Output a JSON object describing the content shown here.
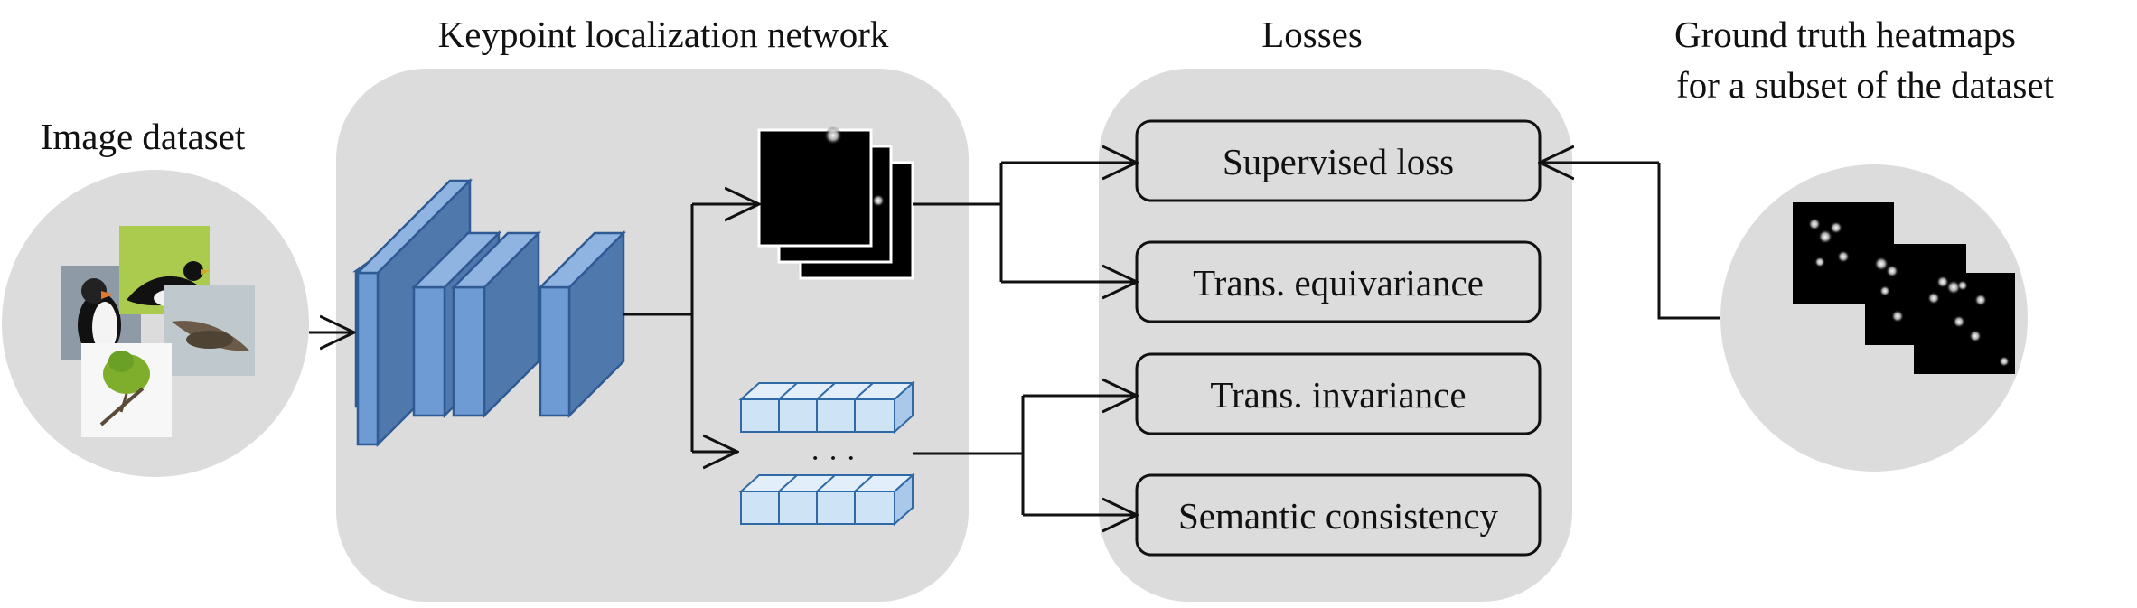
{
  "colors": {
    "panel": "#dcdcdc",
    "layer_front": "#6f9bd4",
    "layer_side": "#4f78ad",
    "layer_stroke": "#2f5a93",
    "cube_fill": "#cfe3f7",
    "cube_stroke": "#2f6aa6",
    "line": "#111111"
  },
  "sections": {
    "image_dataset": {
      "title": "Image dataset"
    },
    "network": {
      "title": "Keypoint localization network"
    },
    "losses": {
      "title": "Losses"
    },
    "ground_truth": {
      "title_line1": "Ground truth heatmaps",
      "title_line2": "for a subset of the dataset"
    }
  },
  "losses": {
    "supervised": "Supervised loss",
    "equivariance": "Trans. equivariance",
    "invariance": "Trans. invariance",
    "semantic": "Semantic consistency"
  },
  "feature_ellipsis": "· · ·",
  "icons": {
    "bird_photos": "bird-photo-collage",
    "heatmap_stack": "heatmap-stack",
    "cnn_layers": "cnn-layers",
    "feature_vectors": "feature-vector-cubes"
  }
}
